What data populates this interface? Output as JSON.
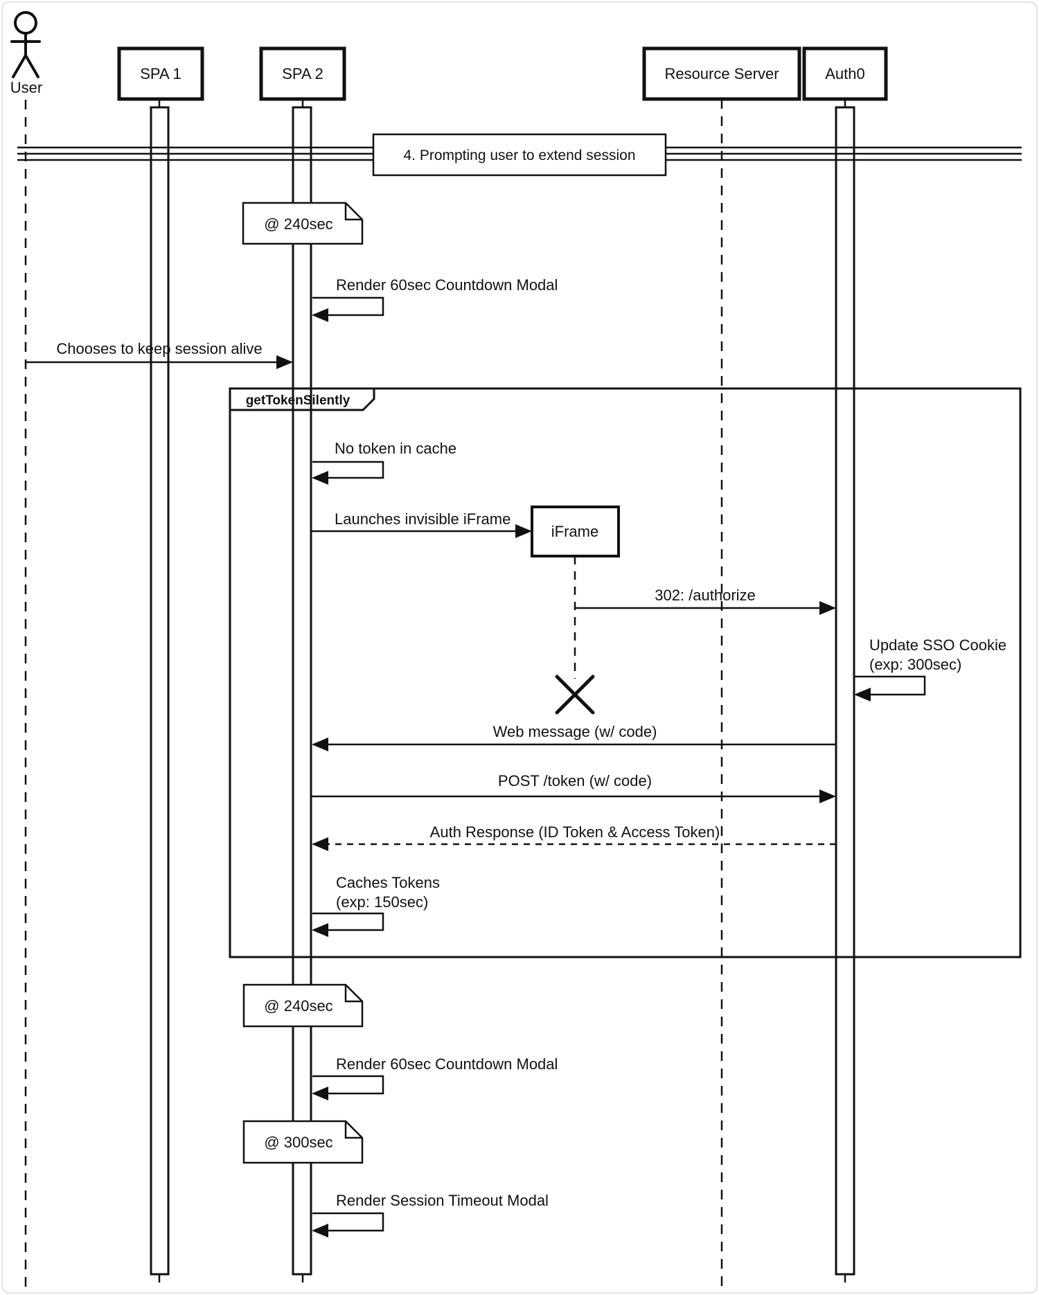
{
  "colors": {
    "ink": "#111111",
    "background": "#ffffff",
    "page_border": "#e7e7e7"
  },
  "diagram": {
    "type": "uml-sequence",
    "banner": {
      "label": "4. Prompting user to extend session"
    },
    "participants": [
      {
        "label": "User",
        "kind": "actor"
      },
      {
        "label": "SPA 1",
        "kind": "box"
      },
      {
        "label": "SPA 2",
        "kind": "box"
      },
      {
        "label": "Resource Server",
        "kind": "box"
      },
      {
        "label": "Auth0",
        "kind": "box"
      },
      {
        "label": "iFrame",
        "kind": "inline-box",
        "destroyed": true
      }
    ],
    "frame": {
      "label": "getTokenSilently"
    },
    "notes": [
      {
        "label": "@ 240sec"
      },
      {
        "label": "@ 240sec"
      },
      {
        "label": "@ 300sec"
      }
    ],
    "messages": [
      {
        "label": "Render 60sec Countdown Modal",
        "from": "SPA 2",
        "to": "SPA 2",
        "kind": "self"
      },
      {
        "label": "Chooses to keep session alive",
        "from": "User",
        "to": "SPA 2",
        "kind": "solid"
      },
      {
        "label": "No token in cache",
        "from": "SPA 2",
        "to": "SPA 2",
        "kind": "self"
      },
      {
        "label": "Launches invisible iFrame",
        "from": "SPA 2",
        "to": "iFrame",
        "kind": "solid"
      },
      {
        "label": "302: /authorize",
        "from": "iFrame",
        "to": "Auth0",
        "kind": "solid"
      },
      {
        "label": "Update SSO Cookie",
        "sublabel": "(exp: 300sec)",
        "from": "Auth0",
        "to": "Auth0",
        "kind": "self"
      },
      {
        "label": "Web message (w/ code)",
        "from": "Auth0",
        "to": "SPA 2",
        "kind": "solid"
      },
      {
        "label": "POST /token (w/ code)",
        "from": "SPA 2",
        "to": "Auth0",
        "kind": "solid"
      },
      {
        "label": "Auth Response (ID Token & Access Token)",
        "from": "Auth0",
        "to": "SPA 2",
        "kind": "dashed"
      },
      {
        "label": "Caches Tokens",
        "sublabel": "(exp: 150sec)",
        "from": "SPA 2",
        "to": "SPA 2",
        "kind": "self"
      },
      {
        "label": "Render 60sec Countdown Modal",
        "from": "SPA 2",
        "to": "SPA 2",
        "kind": "self"
      },
      {
        "label": "Render Session Timeout Modal",
        "from": "SPA 2",
        "to": "SPA 2",
        "kind": "self"
      }
    ]
  }
}
